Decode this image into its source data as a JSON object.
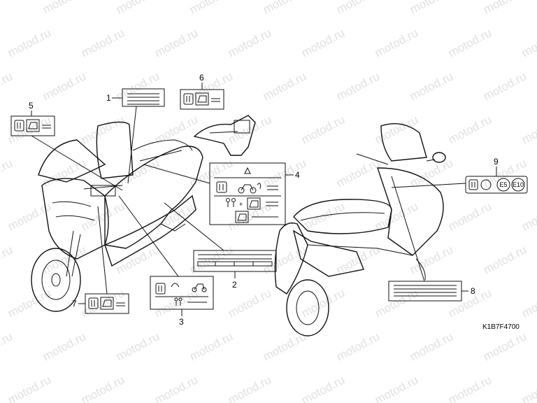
{
  "watermark": "motod.ru",
  "drawing_code": "K1B7F4700",
  "callouts": [
    "1",
    "2",
    "3",
    "4",
    "5",
    "6",
    "7",
    "8",
    "9"
  ],
  "label9_codes": [
    "E5",
    "E10"
  ]
}
